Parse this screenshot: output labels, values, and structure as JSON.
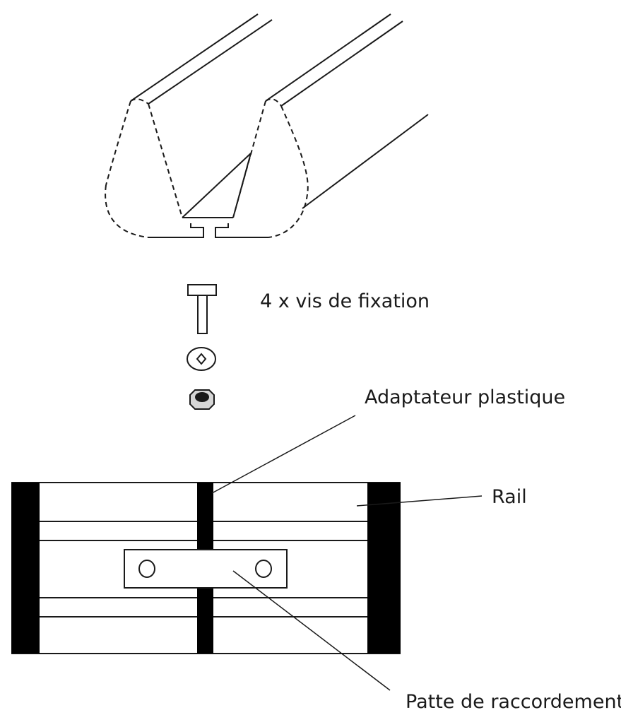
{
  "labels": {
    "screws": "4 x vis de fixation",
    "adapter": "Adaptateur plastique",
    "rail": "Rail",
    "patte": "Patte de raccordement"
  },
  "colors": {
    "line": "#1a1a1a",
    "fill": "#ffffff",
    "solid": "#000000",
    "nut": "#d6d6d6"
  }
}
